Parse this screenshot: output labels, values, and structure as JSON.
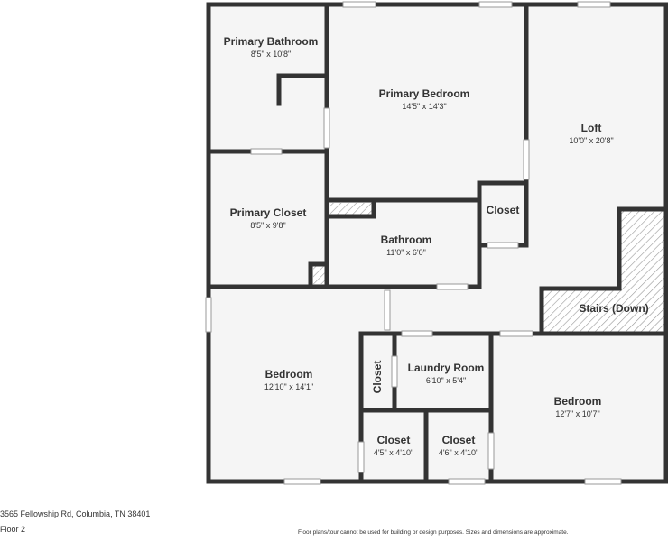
{
  "rooms": [
    {
      "id": "primary-bathroom",
      "name": "Primary Bathroom",
      "dims": "8'5\" x 10'8\""
    },
    {
      "id": "primary-bedroom",
      "name": "Primary Bedroom",
      "dims": "14'5\" x 14'3\""
    },
    {
      "id": "loft",
      "name": "Loft",
      "dims": "10'0\" x 20'8\""
    },
    {
      "id": "primary-closet",
      "name": "Primary Closet",
      "dims": "8'5\" x 9'8\""
    },
    {
      "id": "closet-small",
      "name": "Closet",
      "dims": ""
    },
    {
      "id": "bathroom",
      "name": "Bathroom",
      "dims": "11'0\" x 6'0\""
    },
    {
      "id": "stairs",
      "name": "Stairs (Down)",
      "dims": ""
    },
    {
      "id": "bedroom-left",
      "name": "Bedroom",
      "dims": "12'10\" x 14'1\""
    },
    {
      "id": "closet-vertical",
      "name": "Closet",
      "dims": ""
    },
    {
      "id": "laundry-room",
      "name": "Laundry Room",
      "dims": "6'10\" x 5'4\""
    },
    {
      "id": "bedroom-right",
      "name": "Bedroom",
      "dims": "12'7\" x 10'7\""
    },
    {
      "id": "closet-1",
      "name": "Closet",
      "dims": "4'5\" x 4'10\""
    },
    {
      "id": "closet-2",
      "name": "Closet",
      "dims": "4'6\" x 4'10\""
    }
  ],
  "footer": {
    "address": "3565 Fellowship Rd, Columbia, TN 38401",
    "floor": "Floor 2",
    "disclaimer": "Floor plans/tour cannot be used for building or design purposes. Sizes and dimensions are approximate."
  },
  "colors": {
    "wall": "#333333",
    "floor": "#f5f5f5",
    "window": "#ffffff",
    "hatch": "#999999"
  }
}
